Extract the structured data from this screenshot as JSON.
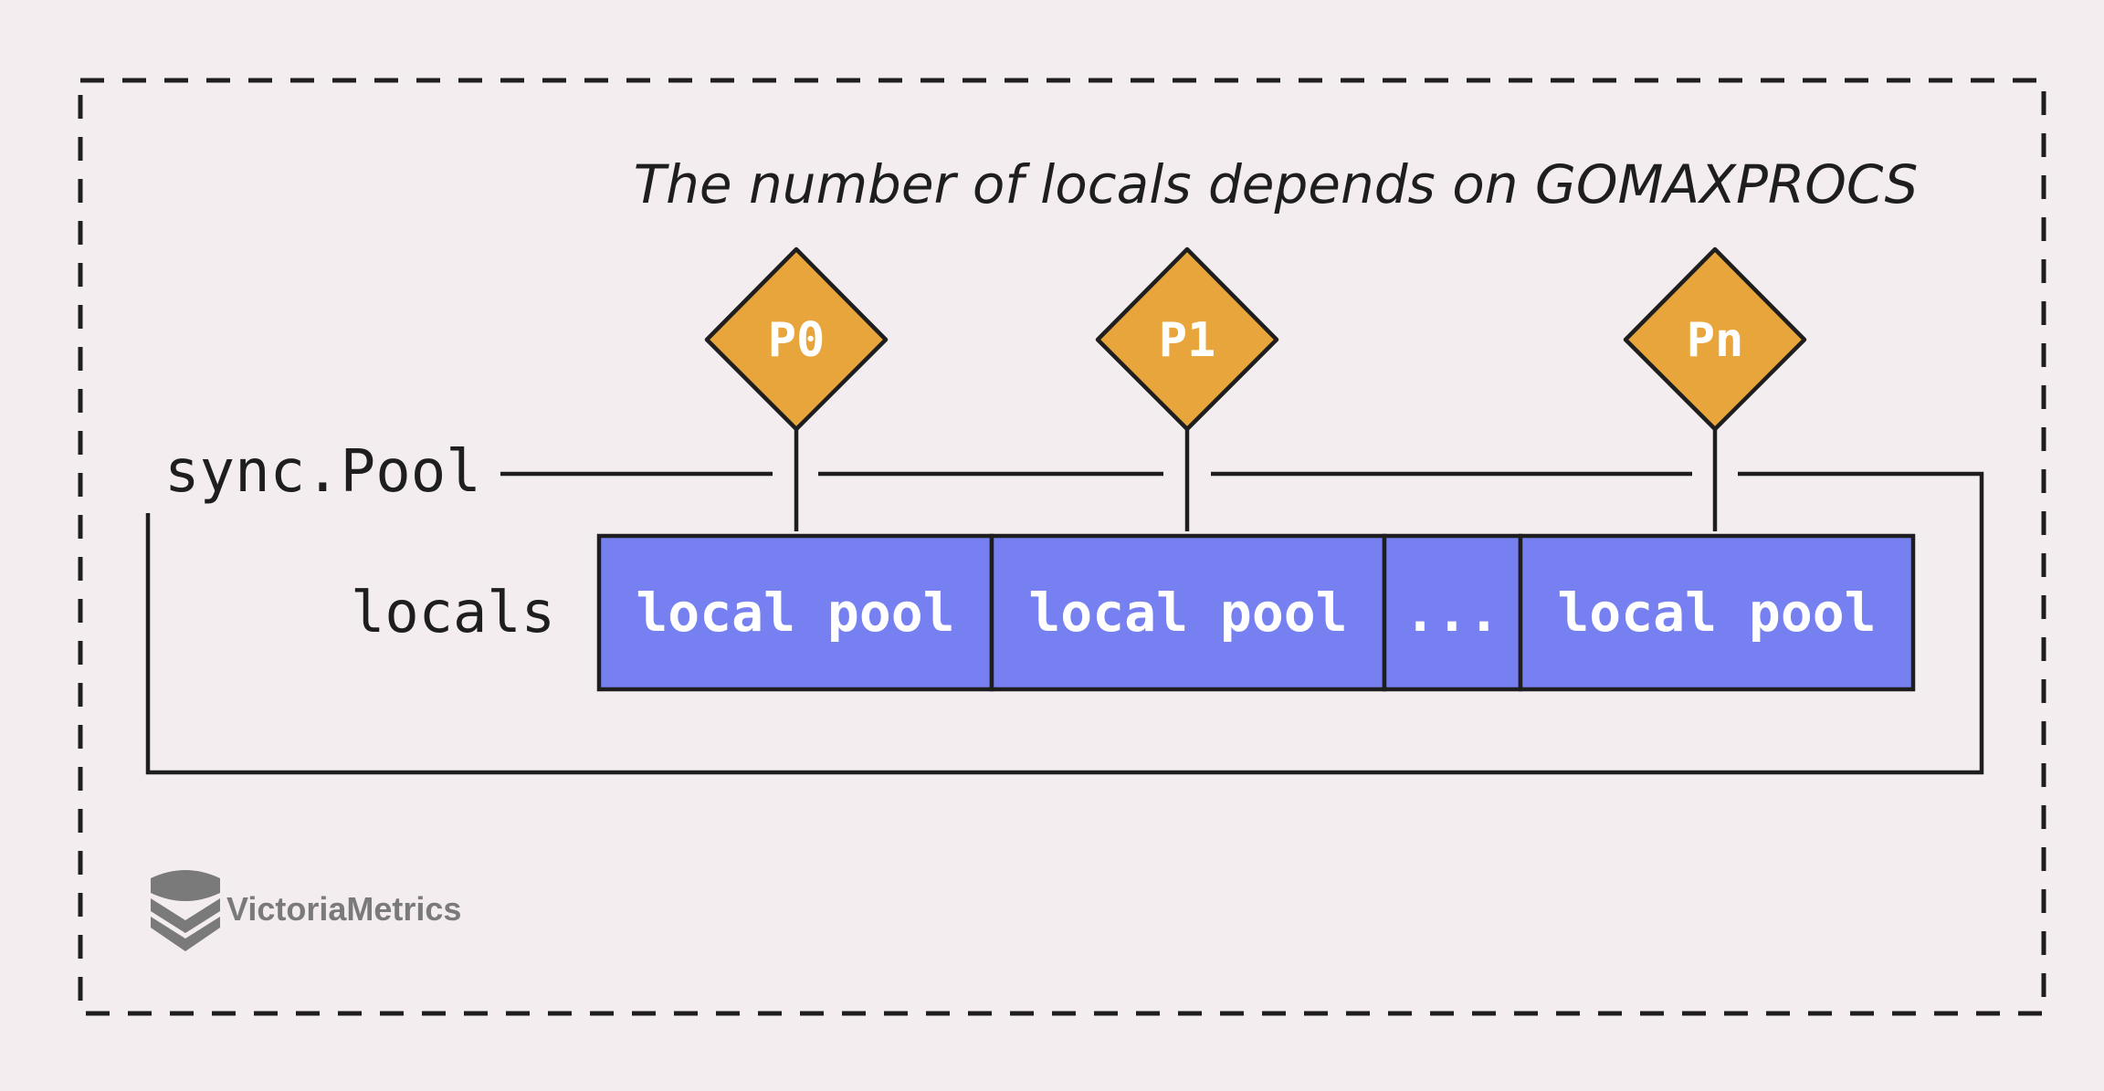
{
  "caption": "The number of locals depends on GOMAXPROCS",
  "processors": [
    {
      "label": "P0"
    },
    {
      "label": "P1"
    },
    {
      "label": "Pn"
    }
  ],
  "pool_label": "sync.Pool",
  "locals_label": "locals",
  "cells": [
    {
      "label": "local pool"
    },
    {
      "label": "local pool"
    },
    {
      "label": "..."
    },
    {
      "label": "local pool"
    }
  ],
  "logo": {
    "text": "VictoriaMetrics"
  },
  "colors": {
    "background": "#f4edef",
    "diamond_fill": "#e8a53c",
    "cell_fill": "#7780f0",
    "stroke": "#1e1e1e",
    "logo_gray": "#7a7a7a"
  }
}
